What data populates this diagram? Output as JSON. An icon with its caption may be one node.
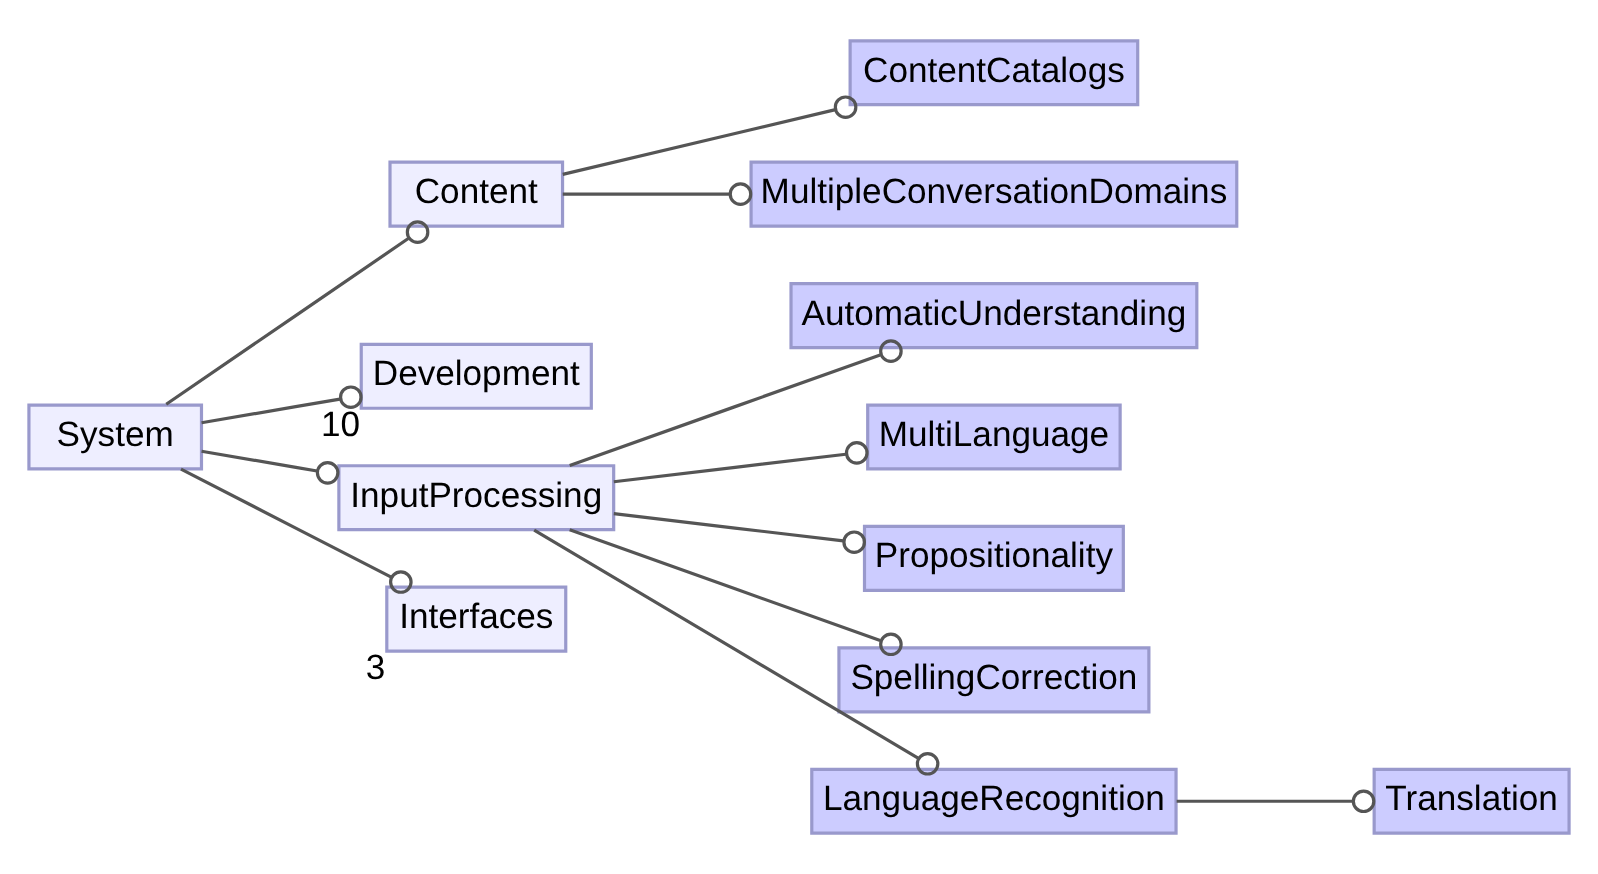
{
  "diagram": {
    "nodes": [
      {
        "text": [
          "System"
        ]
      },
      {
        "text": [
          "Content"
        ]
      },
      {
        "text": [
          "Development"
        ],
        "beside": [
          "10"
        ]
      },
      {
        "text": [
          "InputProcessing"
        ]
      },
      {
        "text": [
          "Interfaces"
        ],
        "beside": [
          "3"
        ]
      },
      {
        "text": [
          "ContentCatalogs"
        ]
      },
      {
        "text": [
          "MultipleConversationDomains"
        ]
      },
      {
        "text": [
          "AutomaticUnderstanding"
        ]
      },
      {
        "text": [
          "MultiLanguage"
        ]
      },
      {
        "text": [
          "Propositionality"
        ]
      },
      {
        "text": [
          "SpellingCorrection"
        ]
      },
      {
        "text": [
          "LanguageRecognition"
        ]
      },
      {
        "text": [
          "Translation"
        ]
      }
    ],
    "edges": [
      {
        "from": 0,
        "to": 1,
        "arrow": "other"
      },
      {
        "from": 0,
        "to": 2,
        "arrow": "other"
      },
      {
        "from": 0,
        "to": 3,
        "arrow": "other"
      },
      {
        "from": 0,
        "to": 4,
        "arrow": "other"
      },
      {
        "from": 1,
        "to": 5,
        "arrow": "other"
      },
      {
        "from": 1,
        "to": 6,
        "arrow": "other"
      },
      {
        "from": 3,
        "to": 7,
        "arrow": "other"
      },
      {
        "from": 3,
        "to": 8,
        "arrow": "other"
      },
      {
        "from": 3,
        "to": 9,
        "arrow": "other"
      },
      {
        "from": 3,
        "to": 10,
        "arrow": "other"
      },
      {
        "from": 3,
        "to": 11,
        "arrow": "other"
      },
      {
        "from": 11,
        "to": 12,
        "arrow": "other"
      }
    ]
  }
}
